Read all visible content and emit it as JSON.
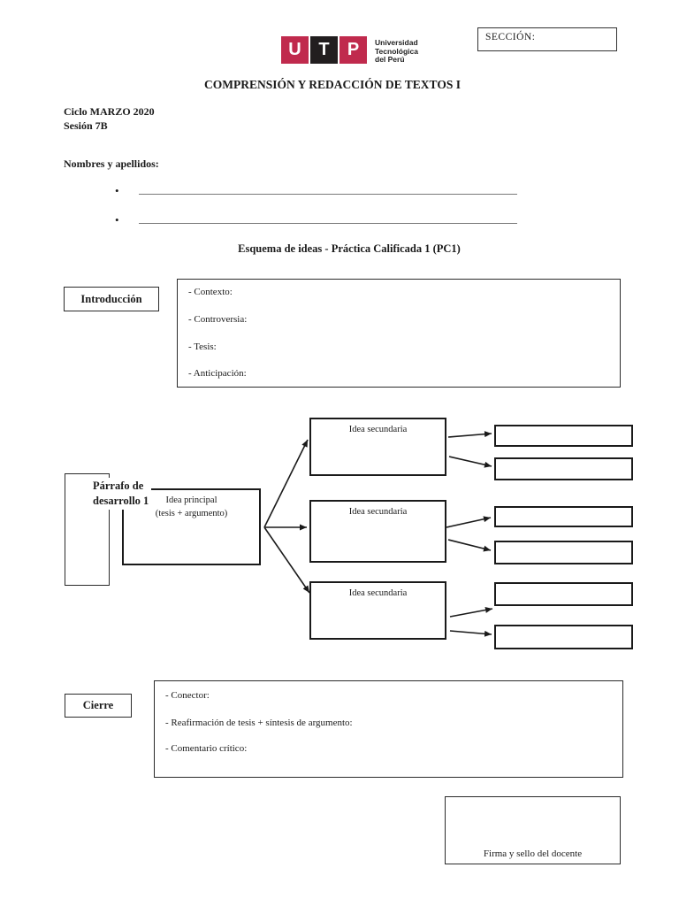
{
  "colors": {
    "logo_red": "#C02A4D",
    "logo_black": "#221E1F",
    "ink": "#1a1a1a"
  },
  "header": {
    "section_label": "SECCIÓN:",
    "logo": {
      "letters": [
        "U",
        "T",
        "P"
      ],
      "name_lines": [
        "Universidad",
        "Tecnológica",
        "del Perú"
      ]
    },
    "course_title": "COMPRENSIÓN Y REDACCIÓN DE TEXTOS I",
    "cycle": "Ciclo MARZO 2020",
    "session": "Sesión 7B"
  },
  "names": {
    "label": "Nombres y apellidos:",
    "bullet": "•",
    "lines": [
      "____________________________________________________________________________",
      "____________________________________________________________________________"
    ]
  },
  "activity_title": "Esquema de ideas - Práctica Calificada 1 (PC1)",
  "introduction": {
    "label": "Introducción",
    "items": [
      "- Contexto:",
      "- Controversia:",
      "- Tesis:",
      "- Anticipación:"
    ]
  },
  "diagram": {
    "paragraph_label": [
      "Párrafo de",
      "desarrollo 1"
    ],
    "main_idea": [
      "Idea principal",
      "(tesis + argumento)"
    ],
    "secondary_boxes": [
      {
        "label": "Idea secundaria"
      },
      {
        "label": "Idea secundaria"
      },
      {
        "label": "Idea secundaria"
      }
    ]
  },
  "closing": {
    "label": "Cierre",
    "items": [
      "- Conector:",
      "- Reafirmación de tesis + síntesis de argumento:",
      "- Comentario crítico:"
    ]
  },
  "signature": {
    "label": "Firma y sello del docente"
  }
}
